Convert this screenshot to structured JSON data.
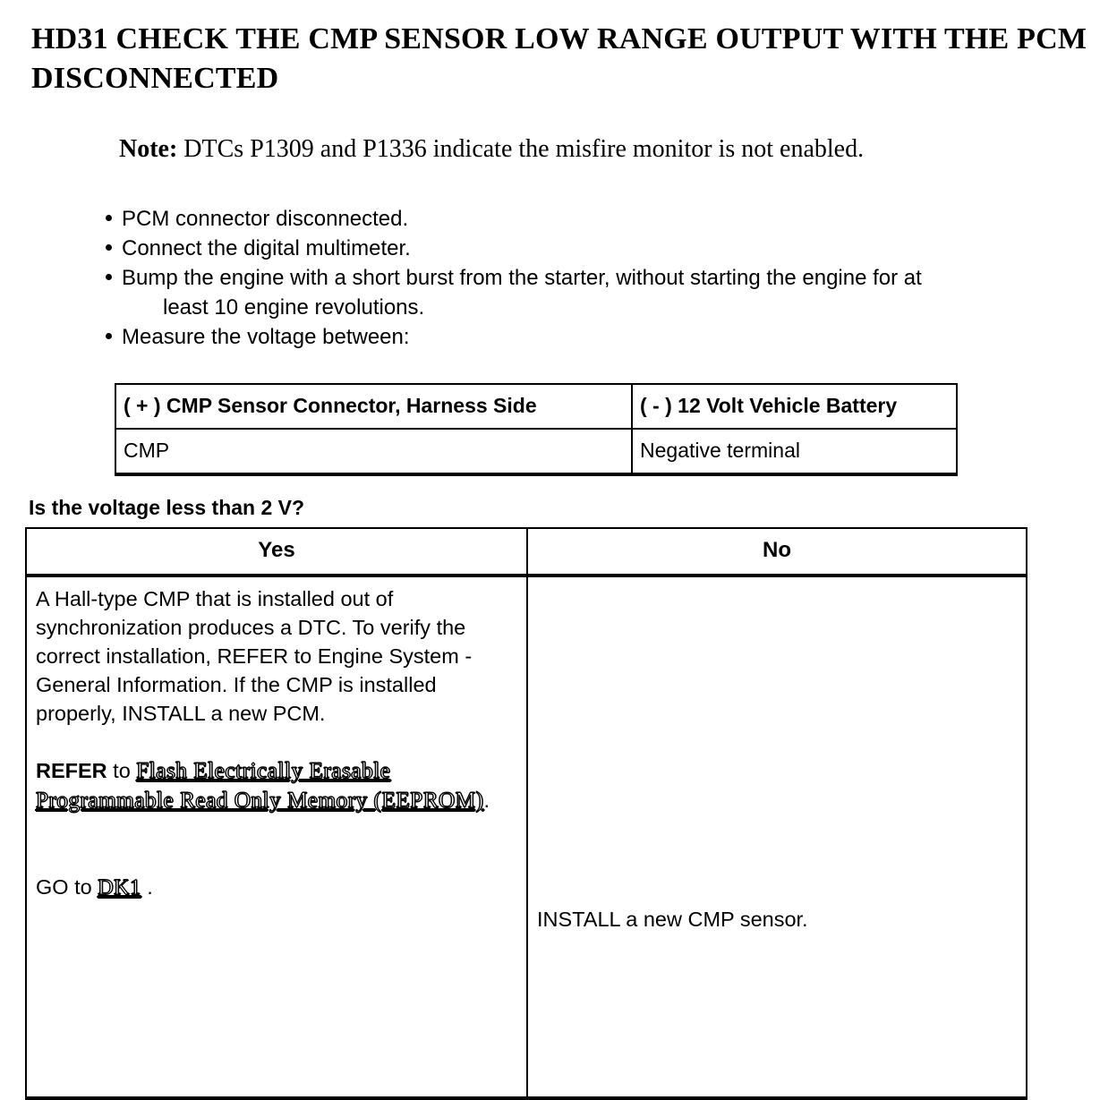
{
  "document": {
    "title": "HD31 CHECK THE CMP SENSOR LOW RANGE OUTPUT WITH THE PCM DISCONNECTED",
    "note": {
      "label": "Note:",
      "text": " DTCs P1309 and P1336 indicate the misfire monitor is not enabled."
    },
    "bullets": [
      {
        "text": "PCM connector disconnected.",
        "continuation": ""
      },
      {
        "text": "Connect the digital multimeter.",
        "continuation": ""
      },
      {
        "text": "Bump the engine with a short burst from the starter, without starting the engine for at",
        "continuation": "least 10 engine revolutions."
      },
      {
        "text": "Measure the voltage between:",
        "continuation": ""
      }
    ],
    "measure_table": {
      "headers": [
        "( + ) CMP Sensor Connector, Harness Side",
        "( - ) 12 Volt Vehicle Battery"
      ],
      "rows": [
        [
          "CMP",
          "Negative terminal"
        ]
      ]
    },
    "question": "Is the voltage less than 2 V?",
    "answer_table": {
      "headers": [
        "Yes",
        "No"
      ],
      "yes": {
        "paragraph": "A Hall-type CMP that is installed out of synchronization produces a DTC. To verify the correct installation, REFER to Engine System - General Information. If the CMP is installed properly, INSTALL a new PCM.",
        "refer_label": "REFER",
        "refer_to": " to ",
        "refer_link": "Flash Electrically Erasable Programmable Read Only Memory (EEPROM)",
        "refer_period": ".",
        "goto_label": "GO to ",
        "goto_link": "DK1",
        "goto_period": " ."
      },
      "no": {
        "text": "INSTALL a new CMP sensor."
      }
    }
  }
}
